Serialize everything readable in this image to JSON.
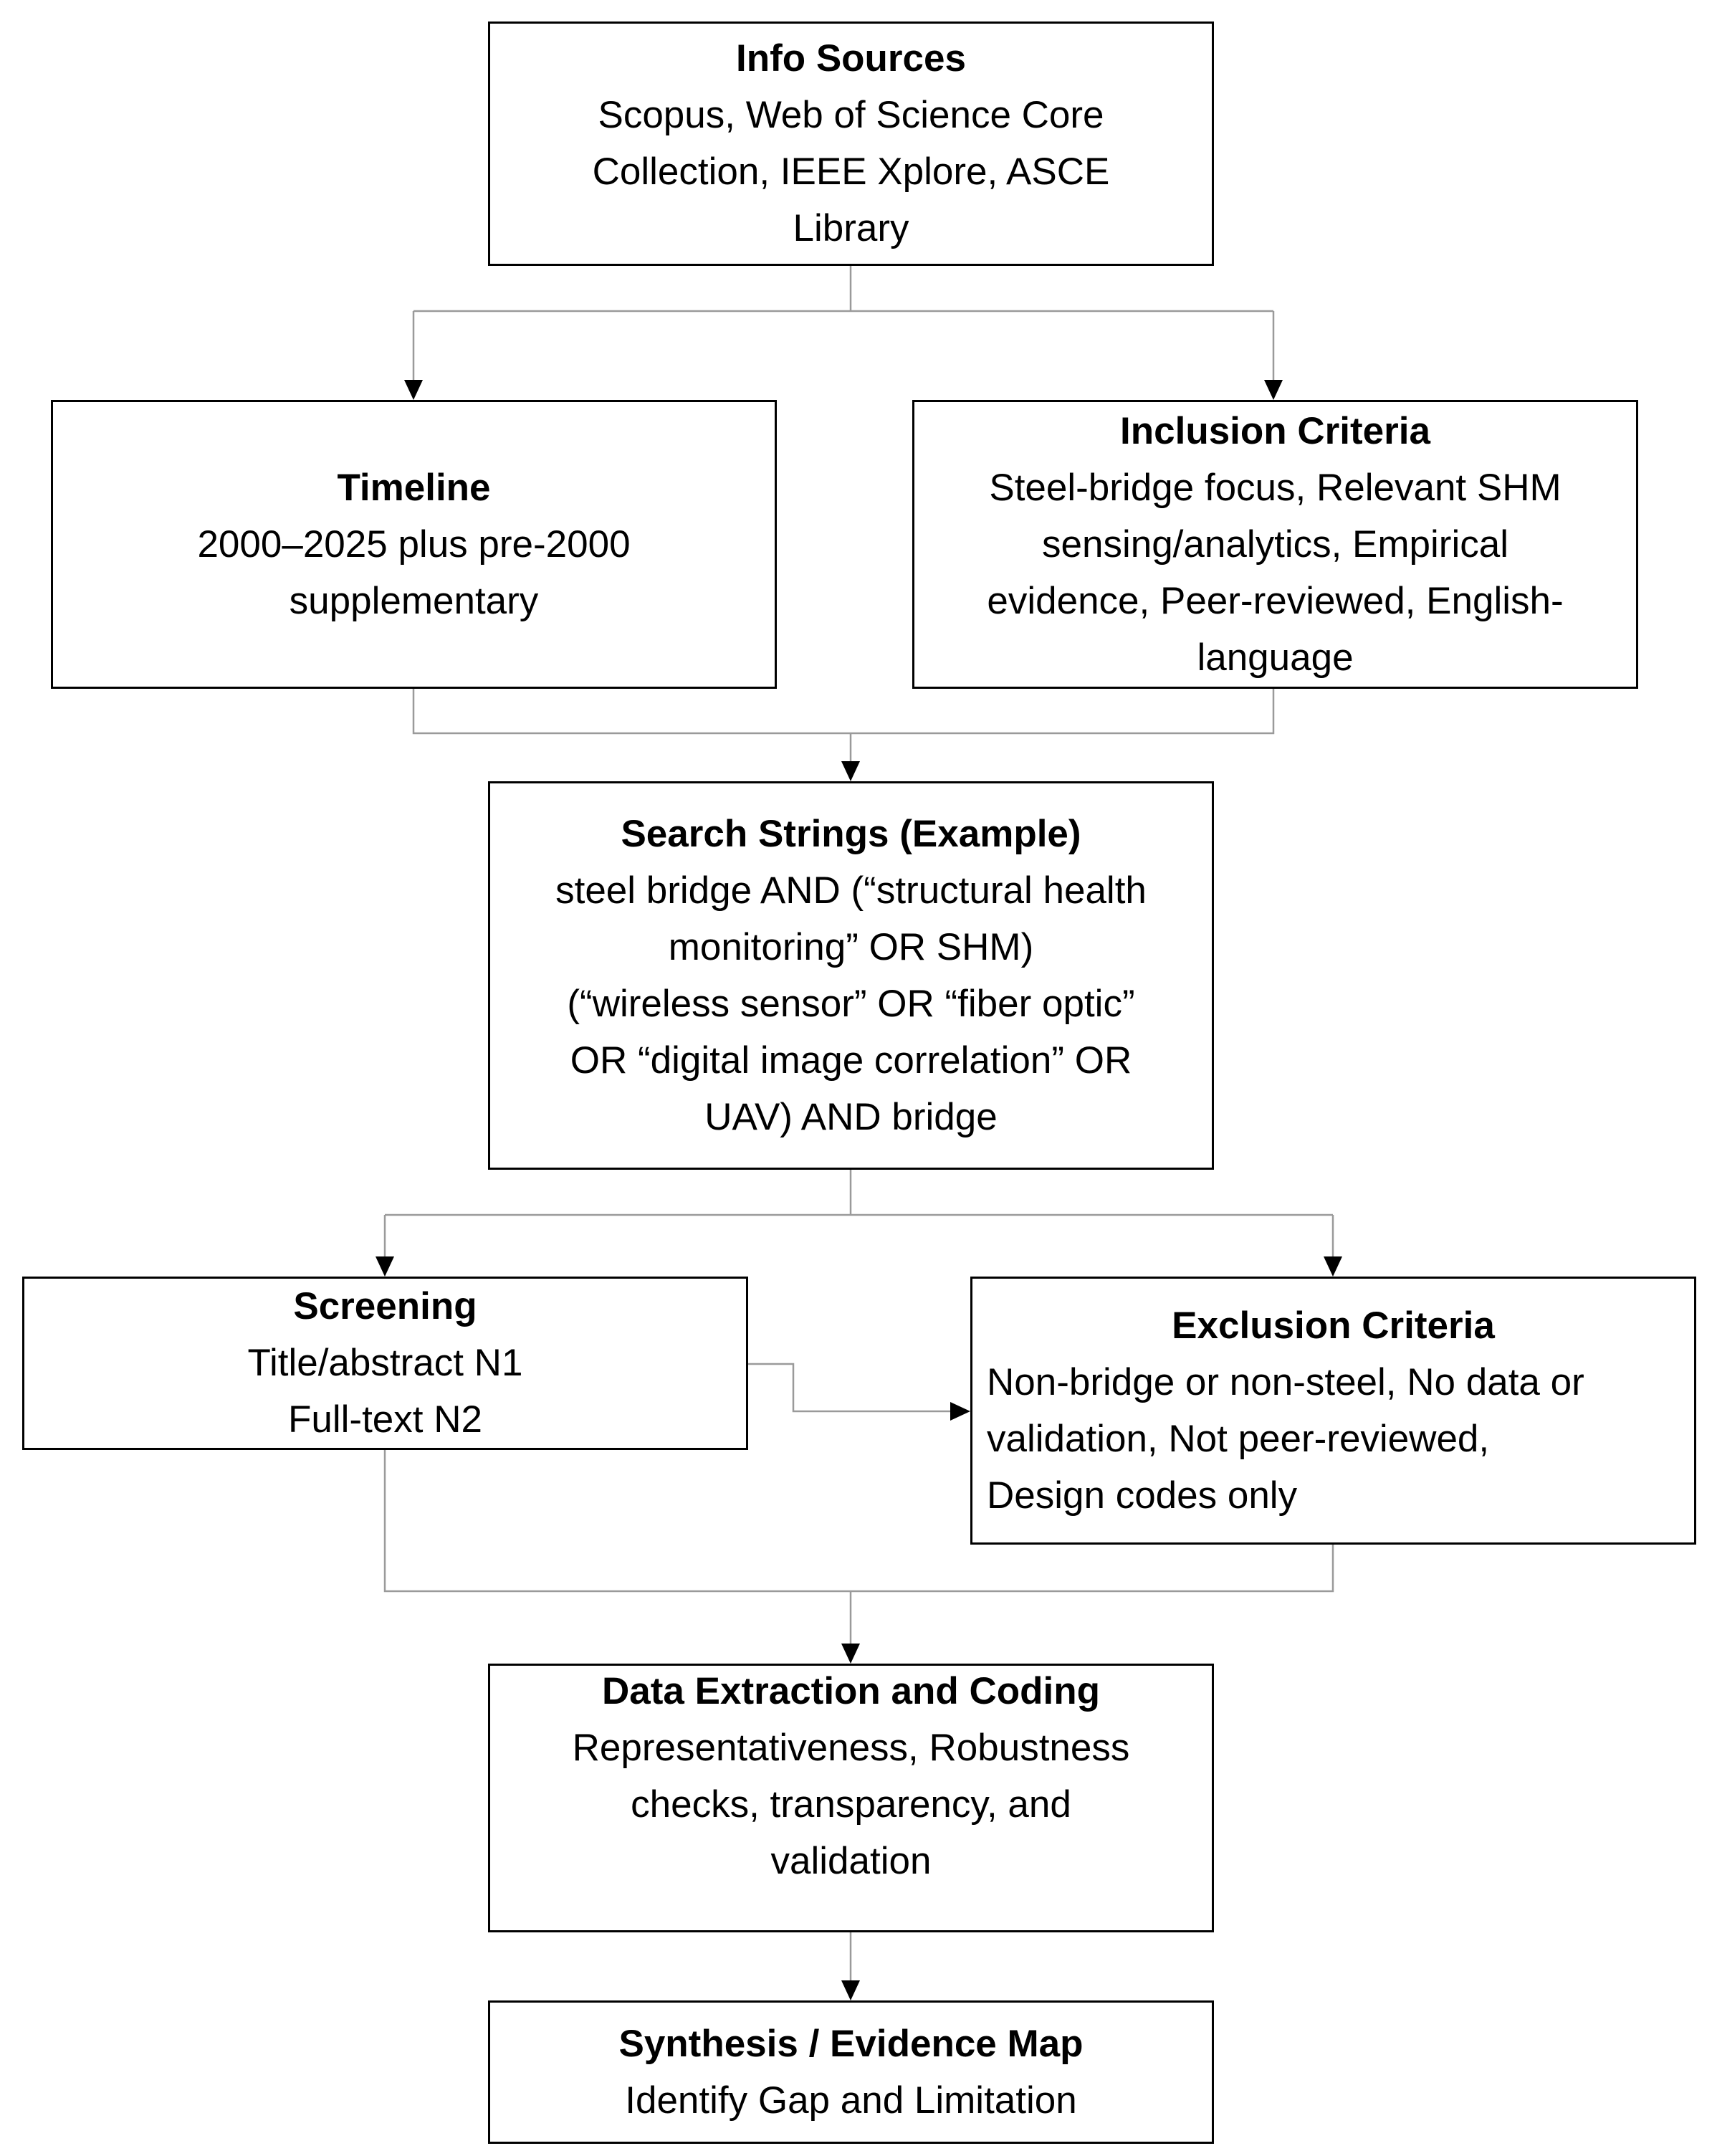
{
  "boxes": {
    "info_sources": {
      "title": "Info Sources",
      "lines": [
        "Scopus, Web of Science Core",
        "Collection, IEEE Xplore, ASCE",
        "Library"
      ]
    },
    "timeline": {
      "title": "Timeline",
      "lines": [
        "2000–2025 plus pre-2000",
        "supplementary"
      ]
    },
    "inclusion_criteria": {
      "title": "Inclusion Criteria",
      "lines": [
        "Steel-bridge focus, Relevant SHM",
        "sensing/analytics, Empirical",
        "evidence, Peer-reviewed, English-",
        "language"
      ]
    },
    "search_strings": {
      "title": "Search Strings (Example)",
      "lines": [
        "steel bridge AND (“structural health",
        "monitoring” OR SHM)",
        "(“wireless sensor”  OR “fiber optic”",
        "OR “digital image correlation” OR",
        "UAV) AND bridge"
      ]
    },
    "screening": {
      "title": "Screening",
      "lines": [
        "Title/abstract N1",
        "Full-text N2"
      ]
    },
    "exclusion_criteria": {
      "title": "Exclusion Criteria",
      "lines": [
        "Non-bridge or non-steel, No data or",
        "validation, Not peer-reviewed,",
        "Design codes only"
      ]
    },
    "data_extraction": {
      "title": "Data Extraction and Coding",
      "lines": [
        "Representativeness, Robustness",
        "checks, transparency, and",
        "validation"
      ]
    },
    "synthesis": {
      "title": "Synthesis / Evidence Map",
      "lines": [
        "Identify Gap and Limitation"
      ]
    }
  },
  "colors": {
    "box_border": "#000000",
    "connector": "#9a9a9a",
    "arrowhead": "#000000"
  }
}
